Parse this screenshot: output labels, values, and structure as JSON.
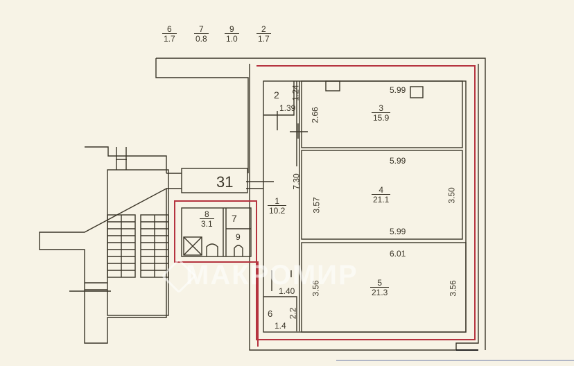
{
  "title_fractions": [
    {
      "room": "6",
      "area": "1.7"
    },
    {
      "room": "7",
      "area": "0.8"
    },
    {
      "room": "9",
      "area": "1.0"
    },
    {
      "room": "2",
      "area": "1.7"
    }
  ],
  "rooms": [
    {
      "id": "1",
      "area": "10.2"
    },
    {
      "id": "2",
      "area": ""
    },
    {
      "id": "3",
      "area": "15.9"
    },
    {
      "id": "4",
      "area": "21.1"
    },
    {
      "id": "5",
      "area": "21.3"
    },
    {
      "id": "6",
      "area": ""
    },
    {
      "id": "7",
      "area": ""
    },
    {
      "id": "8",
      "area": "3.1"
    },
    {
      "id": "9",
      "area": ""
    }
  ],
  "stair_landing_number": "31",
  "dimensions": {
    "room2_height": "1.24",
    "room2_width": "1.39",
    "room3_side": "2.66",
    "room3_width": "5.99",
    "corridor_length": "7.30",
    "room4_left": "3.57",
    "room4_top": "5.99",
    "room4_bottom": "5.99",
    "room4_right": "3.50",
    "room5_top": "6.01",
    "room5_left": "3.56",
    "room5_right": "3.56",
    "room6_top": "1.40",
    "room6_side": "2.2",
    "room6_bottom": "1.4"
  },
  "watermark": "МАКРОМИР",
  "colors": {
    "paper": "#f7f3e6",
    "wall": "#3a3528",
    "apartment_outline": "#b5333f"
  }
}
